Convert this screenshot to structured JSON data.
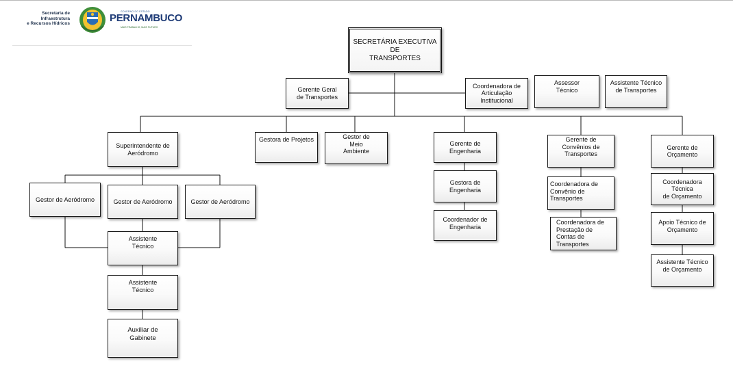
{
  "header": {
    "sec_lines": [
      "Secretaria de",
      "Infraestrutura",
      "e Recursos Hídricos"
    ],
    "gov_small": "GOVERNO DO ESTADO",
    "state_name": "PERNAMBUCO",
    "slogan": "MAIS TRABALHO, MAIS FUTURO",
    "emblem_icon": "pernambuco-coat-of-arms-icon",
    "colors": {
      "state_blue": "#1f3c77",
      "emblem_green": "#3f8f3a",
      "emblem_yellow": "#f2c230"
    }
  },
  "org": {
    "executive": "SECRETÁRIA EXECUTIVA\nDE\nTRANSPORTES",
    "gerente_geral": "Gerente  Geral\nde Transportes",
    "coord_articulacao": "Coordenadora de\nArticulação\nInstitucional",
    "assessor": "Assessor\nTécnico",
    "assist_tec_transportes": "Assistente Técnico\nde Transportes",
    "superintendente": "Superintendente de\nAeródromo",
    "gestor_aerodromo_1": "Gestor de Aeródromo",
    "gestor_aerodromo_2": "Gestor de Aeródromo",
    "gestor_aerodromo_3": "Gestor de Aeródromo",
    "assistente_tecnico_1": "Assistente\nTécnico",
    "assistente_tecnico_2": "Assistente\nTécnico",
    "auxiliar_gabinete": "Auxiliar de\nGabinete",
    "gestora_projetos": "Gestora de Projetos",
    "gestor_meio_ambiente": "Gestor de\nMeio\nAmbiente",
    "gerente_engenharia": "Gerente de\nEngenharia",
    "gestora_engenharia": "Gestora de\nEngenharia",
    "coord_engenharia": "Coordenador  de\nEngenharia",
    "gerente_convenios": "Gerente de\nConvênios de\nTransportes",
    "coord_convenio": "Coordenadora  de\nConvênio  de\nTransportes",
    "coord_prestacao": "Coordenadora  de\nPrestação  de\nContas  de\n          Transportes",
    "gerente_orcamento": "Gerente  de\nOrçamento",
    "coord_tec_orcamento": "Coordenadora\nTécnica\nde Orçamento",
    "apoio_tec_orcamento": "Apoio Técnico de\nOrçamento",
    "assist_tec_orcamento": "Assistente Técnico\nde Orçamento"
  }
}
